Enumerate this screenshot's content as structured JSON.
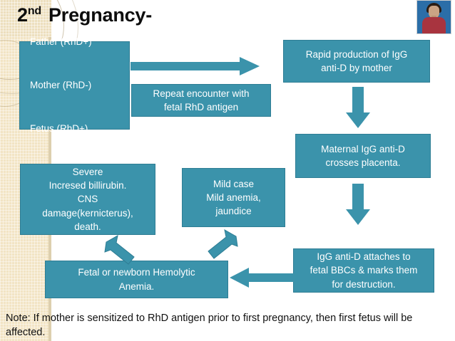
{
  "slide": {
    "title_ordinal_number": "2",
    "title_ordinal_suffix": "nd",
    "title_main": "Pregnancy-",
    "background_color": "#ffffff",
    "accent_color": "#3b93ab",
    "band_color": "#f2e4c4"
  },
  "avatar": {
    "alt": "presenter-photo"
  },
  "boxes": {
    "parents": {
      "line1": "Father (RhD+)",
      "line2": "Mother (RhD-)",
      "line3": "Fetus (RhD+)"
    },
    "repeat_encounter": "Repeat encounter with\nfetal RhD antigen",
    "rapid_production": "Rapid production of IgG\nanti-D by mother",
    "maternal_crosses": "Maternal IgG anti-D\ncrosses placenta.",
    "igg_attaches": "IgG anti-D attaches to\nfetal BBCs & marks them\nfor destruction.",
    "hemolytic_anemia": "Fetal or newborn Hemolytic\nAnemia.",
    "mild_case": "Mild case\nMild anemia,\njaundice",
    "severe_case": "Severe\nIncresed billirubin.\nCNS\ndamage(kernicterus),\ndeath."
  },
  "note": {
    "text": "Note: If mother is sensitized to RhD antigen prior to first pregnancy, then first fetus will be affected."
  }
}
